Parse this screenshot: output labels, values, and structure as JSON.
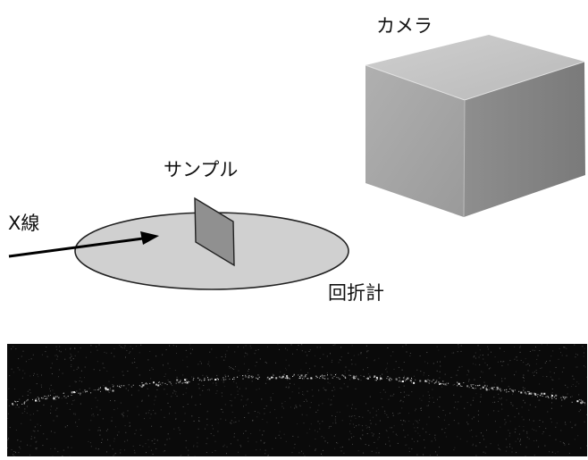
{
  "labels": {
    "camera": "カメラ",
    "sample": "サンプル",
    "xray": "X線",
    "diffractometer": "回折計"
  },
  "icons": {
    "camera": "camera-box-icon",
    "sample": "sample-plate-icon",
    "diffractometer": "diffractometer-disc-icon",
    "xray": "xray-arrow-icon"
  },
  "colors": {
    "disc_fill": "#d0d0d0",
    "camera_front": "#a6a6a6",
    "camera_top": "#c4c4c4",
    "camera_side": "#8a8a8a",
    "sample_fill": "#909090",
    "detector_bg": "#0a0a0a",
    "ring_spots": "#e8e8e8"
  }
}
